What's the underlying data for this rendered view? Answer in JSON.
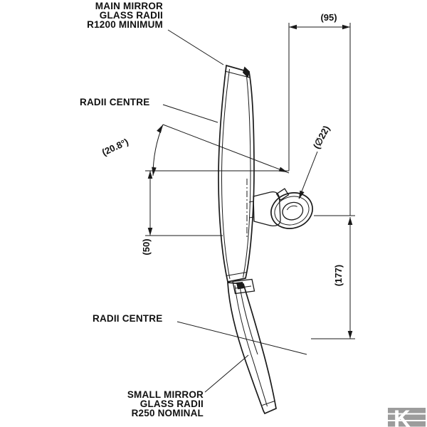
{
  "labels": {
    "main_mirror": [
      "MAIN MIRROR",
      "GLASS RADII",
      "R1200 MINIMUM"
    ],
    "radii_centre_upper": "RADII CENTRE",
    "radii_centre_lower": "RADII CENTRE",
    "small_mirror": [
      "SMALL MIRROR",
      "GLASS RADII",
      "R250 NOMINAL"
    ]
  },
  "dimensions": {
    "offset_95": "(95)",
    "angle_20_8": "(20.8°)",
    "dia_22": "(∅22)",
    "len_50": "(50)",
    "len_177": "(177)"
  },
  "watermark": {
    "letter": "K"
  },
  "colors": {
    "ink": "#1a1a1a",
    "background": "#ffffff",
    "watermark": "#9c9c9c"
  }
}
